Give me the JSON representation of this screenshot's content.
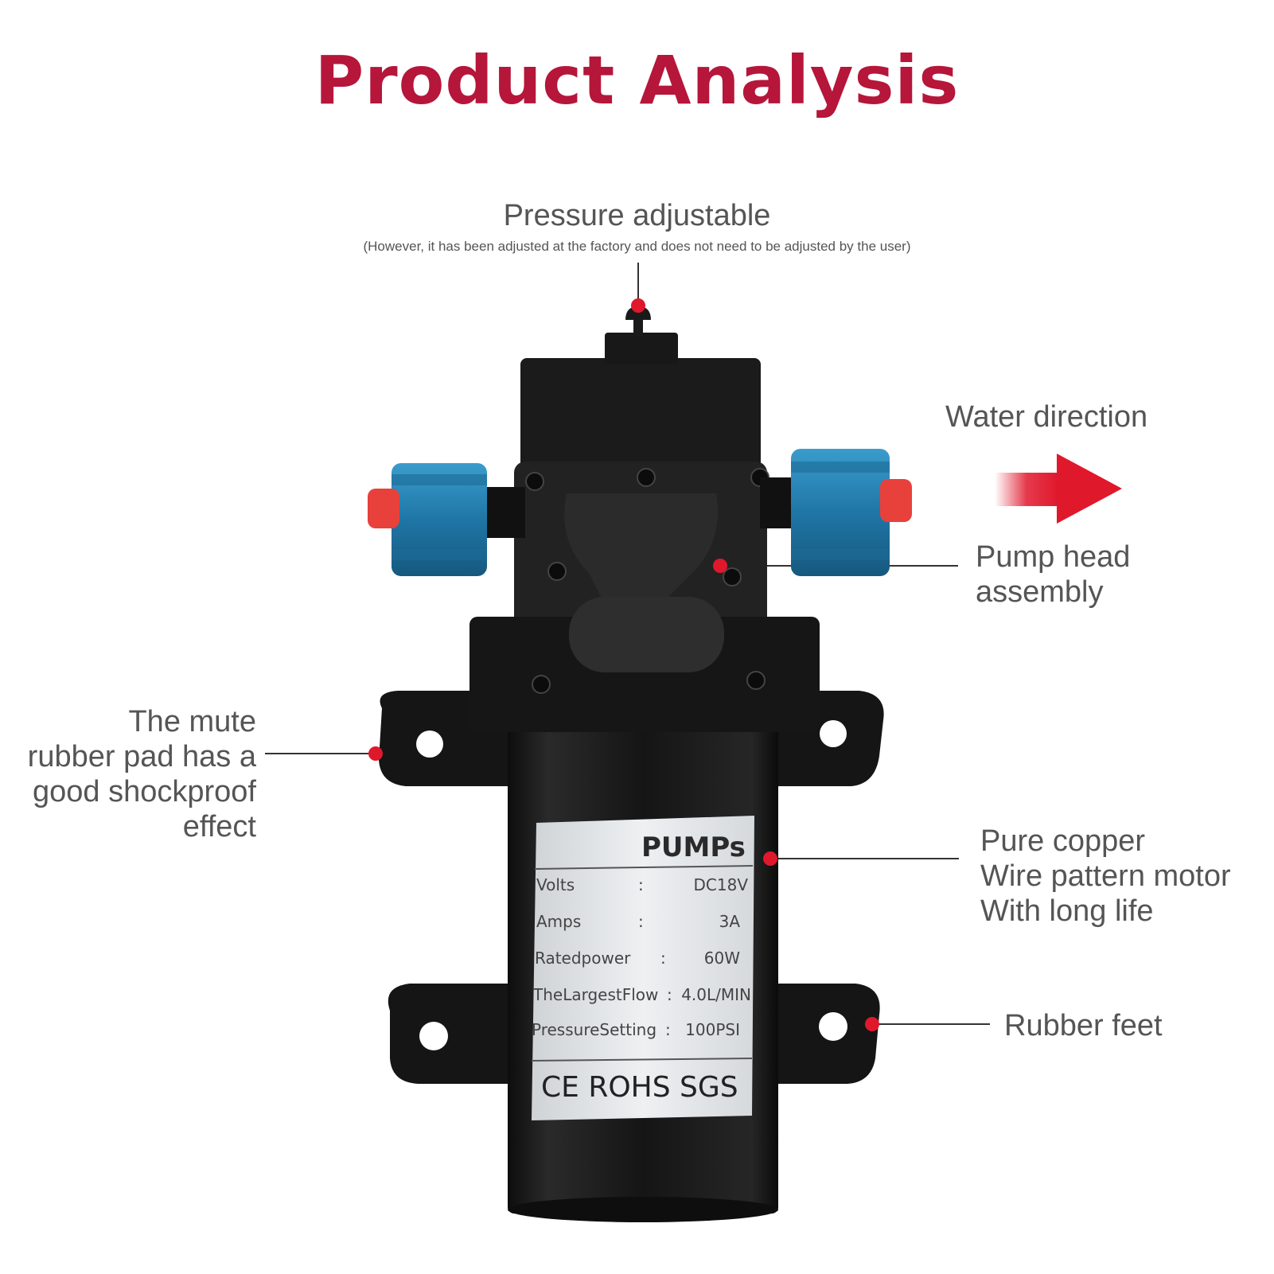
{
  "title": "Product Analysis",
  "colors": {
    "title": "#b5163a",
    "accent_dot": "#e0182c",
    "arrow": "#e0182c",
    "text": "#555555",
    "pump_body": "#141414",
    "fitting_blue": "#2a86b8",
    "fitting_red": "#e8413b"
  },
  "callouts": {
    "pressure": {
      "title": "Pressure adjustable",
      "note": "(However, it has been adjusted at the factory and does not need to be adjusted by the user)"
    },
    "water_direction": "Water direction",
    "pump_head": [
      "Pump head",
      "assembly"
    ],
    "mute_pad": [
      "The mute",
      "rubber pad has a",
      "good shockproof",
      "effect"
    ],
    "motor": [
      "Pure copper",
      "Wire pattern motor",
      "With long life"
    ],
    "rubber_feet": "Rubber feet"
  },
  "label": {
    "brand": "PUMPs",
    "specs": [
      {
        "name": "Volts",
        "sep": ":",
        "value": "DC18V"
      },
      {
        "name": "Amps",
        "sep": ":",
        "value": "3A"
      },
      {
        "name": "Ratedpower",
        "sep": ":",
        "value": "60W"
      },
      {
        "name": "TheLargestFlow",
        "sep": ":",
        "value": "4.0L/MIN"
      },
      {
        "name": "PressureSetting",
        "sep": ":",
        "value": "100PSI"
      }
    ],
    "certifications": "CE ROHS SGS"
  },
  "icons": {
    "arrow": "right-arrow-icon",
    "marker": "callout-dot-icon"
  }
}
